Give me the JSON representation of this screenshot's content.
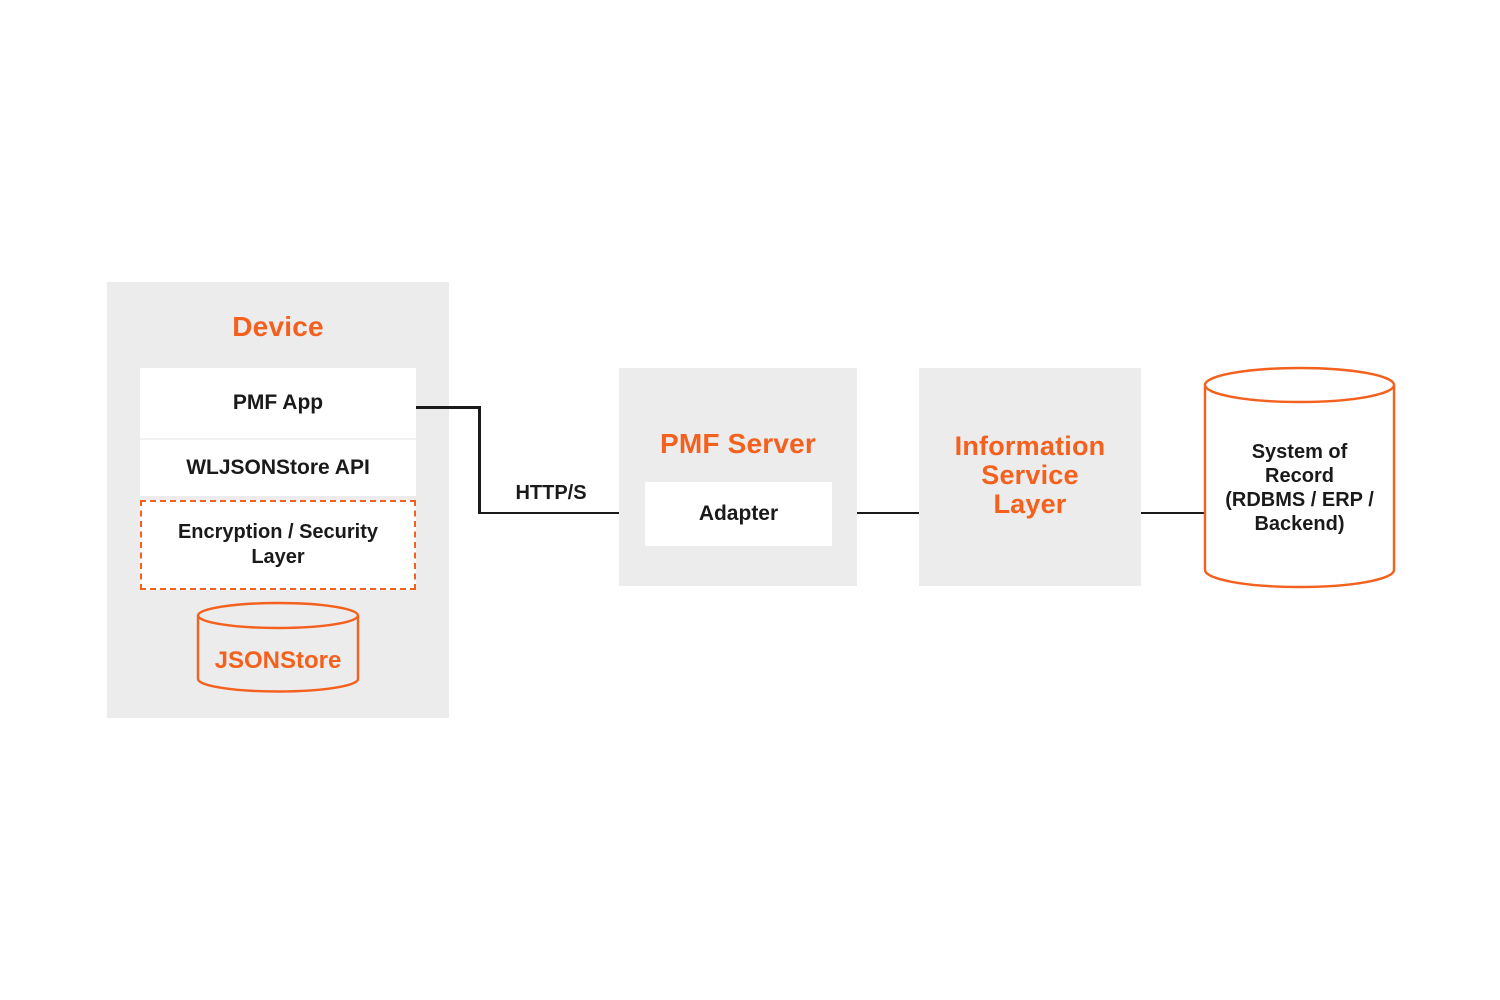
{
  "colors": {
    "accent_orange": "#F4601D",
    "panel_gray": "#ECECEC",
    "ink_black": "#1A1A1A"
  },
  "device": {
    "title": "Device",
    "pmf_app_label": "PMF App",
    "wljsonstore_api_label": "WLJSONStore API",
    "encryption_layer_lines": [
      "Encryption / Security",
      "Layer"
    ],
    "jsonstore_label": "JSONStore"
  },
  "connections": {
    "http_label": "HTTP/S"
  },
  "pmf_server": {
    "title": "PMF Server",
    "adapter_label": "Adapter"
  },
  "information_service_layer": {
    "title_lines": [
      "Information",
      "Service",
      "Layer"
    ]
  },
  "system_of_record": {
    "lines": [
      "System of",
      "Record",
      "(RDBMS / ERP /",
      "Backend)"
    ]
  }
}
